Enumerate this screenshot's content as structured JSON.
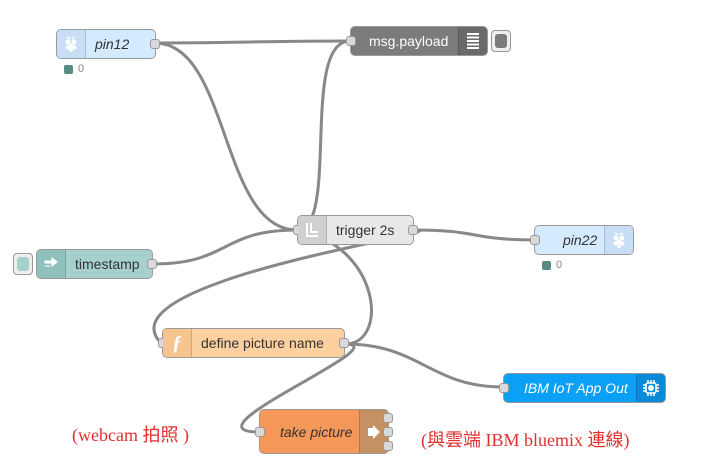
{
  "flow": {
    "nodes": {
      "pin12": {
        "label": "pin12",
        "status": "0",
        "icon": "raspberry-pi-icon"
      },
      "msg_payload": {
        "label": "msg.payload",
        "icon": "debug-list-icon"
      },
      "trigger": {
        "label": "trigger 2s",
        "icon": "trigger-icon"
      },
      "timestamp": {
        "label": "timestamp",
        "icon": "inject-arrow-icon"
      },
      "pin22": {
        "label": "pin22",
        "status": "0",
        "icon": "raspberry-pi-icon"
      },
      "define_picture": {
        "label": "define picture name",
        "icon": "function-icon"
      },
      "ibm_iot": {
        "label": "IBM IoT App Out",
        "icon": "iot-chip-icon"
      },
      "take_picture": {
        "label": "take picture",
        "icon": "exec-arrow-icon"
      }
    },
    "annotations": {
      "webcam": "(webcam 拍照 )",
      "bluemix": "(與雲端 IBM bluemix 連線)"
    }
  },
  "colors": {
    "gpio": "#d4ebff",
    "debug": "#7b7b7b",
    "trigger": "#e8e8e8",
    "inject": "#a6d0cc",
    "function": "#fdd09f",
    "ibm_iot": "#0aa0f5",
    "exec": "#f6985a",
    "exec_icon": "#c69060",
    "annotation": "#e03030",
    "status_dot": "#5a8a84"
  }
}
